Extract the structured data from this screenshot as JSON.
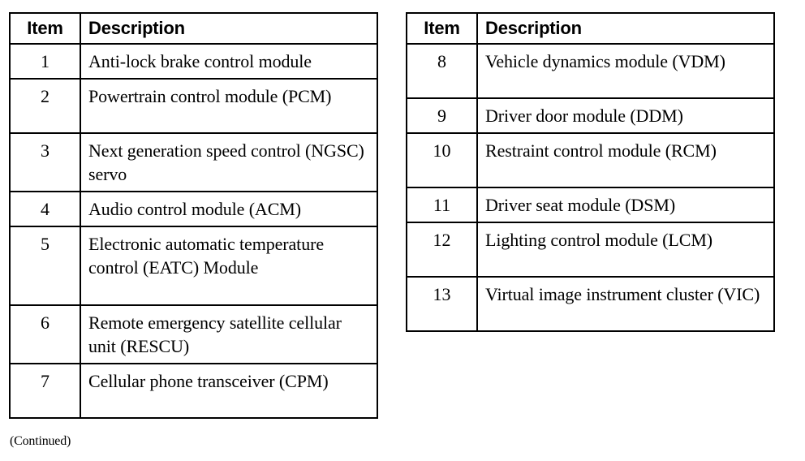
{
  "document": {
    "type": "parts-reference-table",
    "background_color": "#ffffff",
    "text_color": "#000000"
  },
  "tables": [
    {
      "id": "left-table",
      "headers": [
        "Item",
        "Description"
      ],
      "rows": [
        {
          "item": "1",
          "description": "Anti-lock brake control module",
          "lines": 1
        },
        {
          "item": "2",
          "description": "Powertrain control module (PCM)",
          "lines": 2
        },
        {
          "item": "3",
          "description": "Next generation speed control (NGSC) servo",
          "lines": 2
        },
        {
          "item": "4",
          "description": "Audio control module (ACM)",
          "lines": 1
        },
        {
          "item": "5",
          "description": "Electronic automatic temperature control (EATC) Module",
          "lines": 3
        },
        {
          "item": "6",
          "description": "Remote emergency satellite cellular unit (RESCU)",
          "lines": 2
        },
        {
          "item": "7",
          "description": "Cellular phone transceiver (CPM)",
          "lines": 2
        }
      ]
    },
    {
      "id": "right-table",
      "headers": [
        "Item",
        "Description"
      ],
      "rows": [
        {
          "item": "8",
          "description": "Vehicle dynamics module (VDM)",
          "lines": 2
        },
        {
          "item": "9",
          "description": "Driver door module (DDM)",
          "lines": 1
        },
        {
          "item": "10",
          "description": "Restraint control module (RCM)",
          "lines": 2
        },
        {
          "item": "11",
          "description": "Driver seat module (DSM)",
          "lines": 1
        },
        {
          "item": "12",
          "description": "Lighting control module (LCM)",
          "lines": 2
        },
        {
          "item": "13",
          "description": "Virtual image instrument cluster (VIC)",
          "lines": 2
        }
      ]
    }
  ],
  "footer": {
    "continued_label": "(Continued)"
  }
}
